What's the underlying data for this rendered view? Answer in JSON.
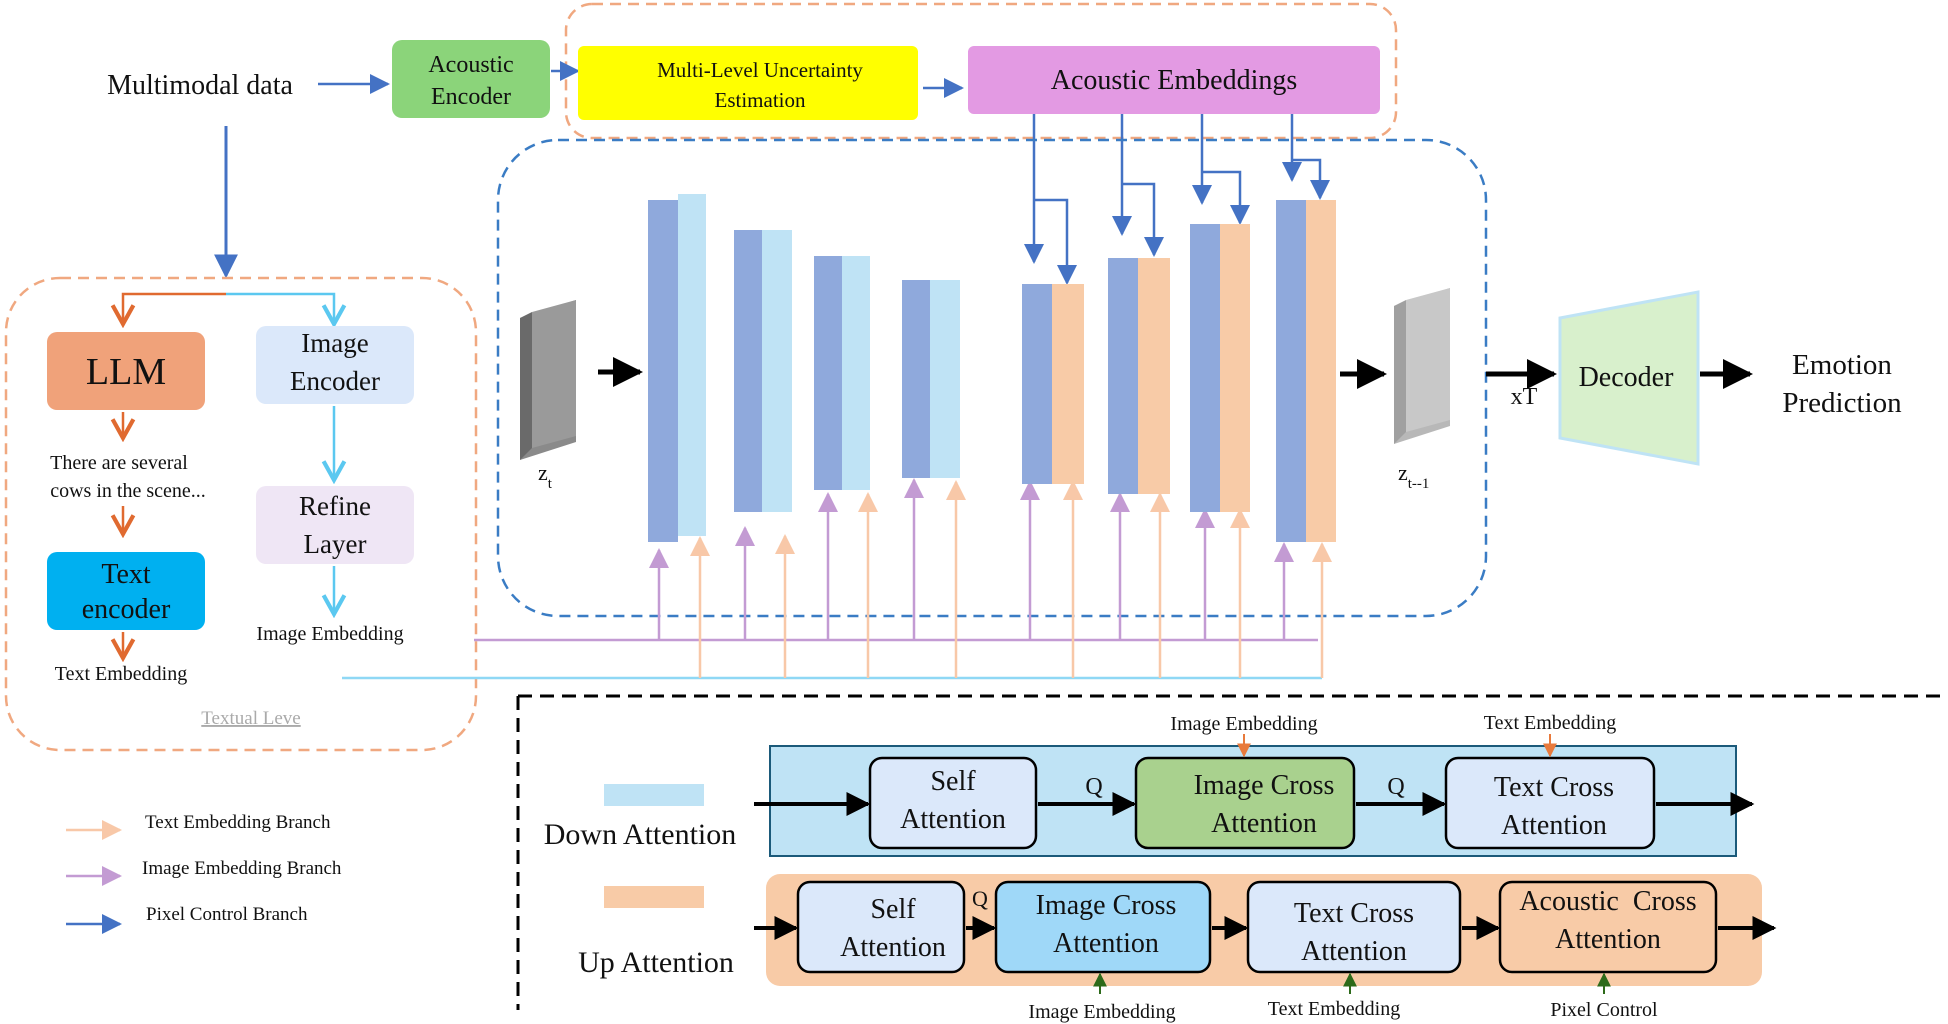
{
  "input": {
    "label": "Multimodal data"
  },
  "acoustic": {
    "encoder_lines": [
      "Acoustic",
      "Encoder"
    ],
    "uncertainty_lines": [
      "Multi-Level Uncertainty",
      "Estimation"
    ],
    "embeddings": "Acoustic Embeddings"
  },
  "textual": {
    "llm": "LLM",
    "caption_lines": [
      "There are several",
      "cows in the scene..."
    ],
    "text_encoder_lines": [
      "Text",
      "encoder"
    ],
    "text_embedding": "Text Embedding",
    "image_encoder_lines": [
      "Image",
      "Encoder"
    ],
    "refine_lines": [
      "Refine",
      "Layer"
    ],
    "image_embedding": "Image Embedding",
    "panel_label": "Textual Leve"
  },
  "unet": {
    "z_in": "z",
    "z_in_sub": "t",
    "z_out": "z",
    "z_out_sub": "t--1",
    "repeat": "xT",
    "decoder": "Decoder",
    "output_lines": [
      "Emotion",
      "Prediction"
    ]
  },
  "legend": {
    "text_branch": "Text Embedding Branch",
    "image_branch": "Image Embedding Branch",
    "pixel_branch": "Pixel Control Branch"
  },
  "down_attention": {
    "label": "Down Attention",
    "self_lines": [
      "Self",
      "Attention"
    ],
    "image_cross_lines": [
      "Image Cross",
      "Attention"
    ],
    "text_cross_lines": [
      "Text Cross",
      "Attention"
    ],
    "q": "Q",
    "image_embedding": "Image Embedding",
    "text_embedding": "Text Embedding"
  },
  "up_attention": {
    "label": "Up Attention",
    "self_lines": [
      "Self",
      "Attention"
    ],
    "image_cross_lines": [
      "Image Cross",
      "Attention"
    ],
    "text_cross_lines": [
      "Text Cross",
      "Attention"
    ],
    "acoustic_cross_lines": [
      "Acoustic  Cross",
      "Attention"
    ],
    "q": "Q",
    "image_embedding": "Image Embedding",
    "text_embedding": "Text Embedding",
    "pixel_control": "Pixel Control"
  },
  "colors": {
    "pixel_blue": "#4472c4",
    "image_purple": "#c39bd3",
    "text_orange": "#f8c8a8",
    "dashed_orange": "#f0a880",
    "dashed_blue": "#3a7cc4",
    "feature_blue": "#8fa9dc",
    "feature_light": "#bfe3f5",
    "feature_peach": "#f8cba7",
    "green": "#8bd47a",
    "yellow": "#ffff00",
    "pink": "#e39ae3"
  }
}
